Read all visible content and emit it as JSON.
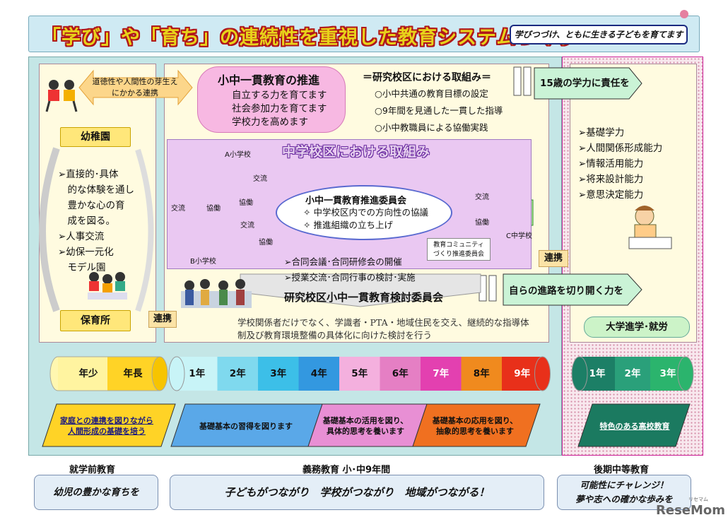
{
  "header": {
    "title": "「学び」や「育ち」の連続性を重視した教育システムづくり",
    "subtitle": "学びつづけ、ともに生きる子どもを育てます"
  },
  "kinder": {
    "arrow_text": "道徳性や人間性の芽生えにかかる連携",
    "kindergarten": "幼稚園",
    "nursery": "保育所",
    "items": [
      "➢直接的･具体",
      "　的な体験を通し",
      "　豊かな心の育",
      "　成を図る。",
      "➢人事交流",
      "➢幼保一元化",
      "　モデル園"
    ],
    "renkei": "連携"
  },
  "compulsory": {
    "promo_title": "小中一貫教育の推進",
    "promo_lines": [
      "自立する力を育てます",
      "社会参加力を育てます",
      "学校力を高めます"
    ],
    "research_title": "＝研究校区における取組み＝",
    "research_items": [
      "○小中共通の教育目標の設定",
      "○9年間を見通した一貫した指導",
      "○小中教職員による協働実践"
    ],
    "district_title": "中学校区における取組み",
    "school_a": "A小学校",
    "school_b": "B小学校",
    "school_c": "C中学校",
    "koryu": "交流",
    "kyodo": "協働",
    "committee_title": "小中一貫教育推進委員会",
    "committee_items": [
      "✧ 中学校区内での方向性の協議",
      "✧ 推進組織の立ち上げ"
    ],
    "community_box": [
      "教育コミュニティ",
      "づくり推進委員会"
    ],
    "joint_lines": [
      "➢合同会議･合同研修会の開催",
      "➢授業交流･合同行事の検討･実施"
    ],
    "review_title": "研究校区小中一貫教育検討委員会",
    "review_desc": "学校関係者だけでなく、学識者・PTA・地域住民を交え、継続的な指導体制及び教育環境整備の具体化に向けた検討を行う"
  },
  "high": {
    "age15": "15歳の学力に責任を",
    "abilities": [
      "➢基礎学力",
      "➢人間関係形成能力",
      "➢情報活用能力",
      "➢将来設計能力",
      "➢意思決定能力"
    ],
    "renkei": "連携",
    "path": "自らの進路を切り開く力を",
    "college": "大学進学･就労"
  },
  "grades": {
    "kinder": [
      "年少",
      "年長"
    ],
    "compulsory": [
      "1年",
      "2年",
      "3年",
      "4年",
      "5年",
      "6年",
      "7年",
      "8年",
      "9年"
    ],
    "high": [
      "1年",
      "2年",
      "3年"
    ]
  },
  "stages": {
    "kinder": [
      "家庭との連携を図りながら",
      "人間形成の基礎を培う"
    ],
    "basic": "基礎基本の習得を図ります",
    "apply": [
      "基礎基本の活用を図り、",
      "具体的思考を養います"
    ],
    "advance": [
      "基礎基本の応用を図り、",
      "抽象的思考を養います"
    ],
    "high": "特色のある高校教育"
  },
  "footer": {
    "preschool": "就学前教育",
    "compulsory": "義務教育 小･中9年間",
    "upper": "後期中等教育",
    "slogan_left": "幼児の豊かな育ちを",
    "slogan_center": "子どもがつながり　学校がつながり　地域がつながる！",
    "slogan_right": [
      "可能性にチャレンジ！",
      "夢や志への確かな歩みを"
    ]
  },
  "watermark": {
    "text": "ReseMom",
    "sub": "リセマム"
  },
  "colors": {
    "grade_compulsory": [
      "#c8f4f7",
      "#7fd9ee",
      "#3cbfe8",
      "#3398e0",
      "#f4b0de",
      "#e57fc4",
      "#e340b0",
      "#f08a1e",
      "#e8301a"
    ],
    "grade_high": [
      "#1c7f66",
      "#2aa07a",
      "#2bb46d"
    ]
  }
}
